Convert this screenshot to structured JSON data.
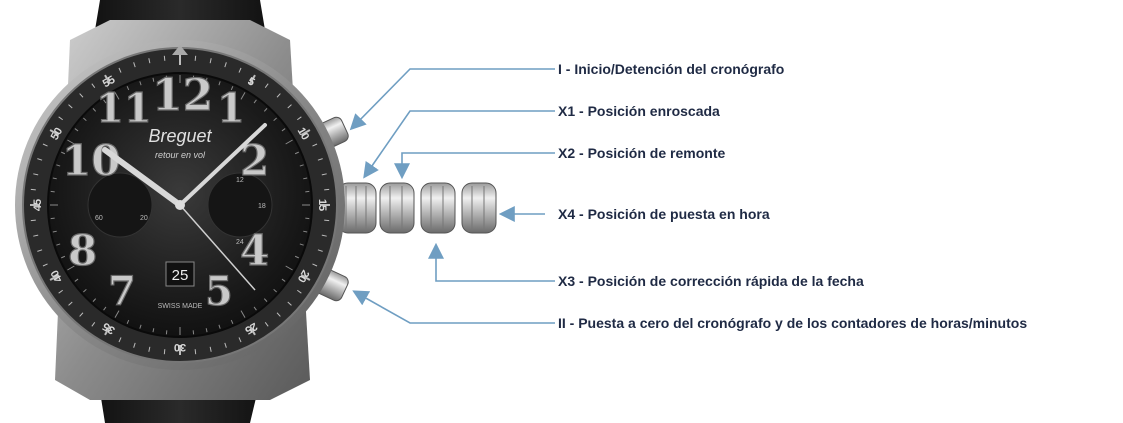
{
  "watch": {
    "brand": "Breguet",
    "subtitle": "retour en vol",
    "date": "25",
    "swiss_made": "SWISS MADE",
    "dial_numerals": [
      "12",
      "1",
      "2",
      "4",
      "5",
      "7",
      "8",
      "10",
      "11"
    ],
    "subdial_left": [
      "60",
      "20"
    ],
    "subdial_right": [
      "12",
      "18",
      "24"
    ],
    "bezel_numbers": [
      "5",
      "10",
      "15",
      "20",
      "25",
      "30",
      "35",
      "40",
      "45",
      "50",
      "55"
    ]
  },
  "callouts": {
    "I": "I -  Inicio/Detención del cronógrafo",
    "X1": "X1 - Posición enroscada",
    "X2": "X2 - Posición de remonte",
    "X4": "X4 - Posición de puesta en hora",
    "X3": "X3 - Posición de corrección rápida de la fecha",
    "II": "II - Puesta a cero del cronógrafo y de los contadores de horas/minutos"
  },
  "colors": {
    "arrow": "#6f9ec2",
    "callout_text": "#1f2a44",
    "dial": "#1b1b1b",
    "case": "#9a9a9a",
    "strap": "#1c1c1c"
  }
}
